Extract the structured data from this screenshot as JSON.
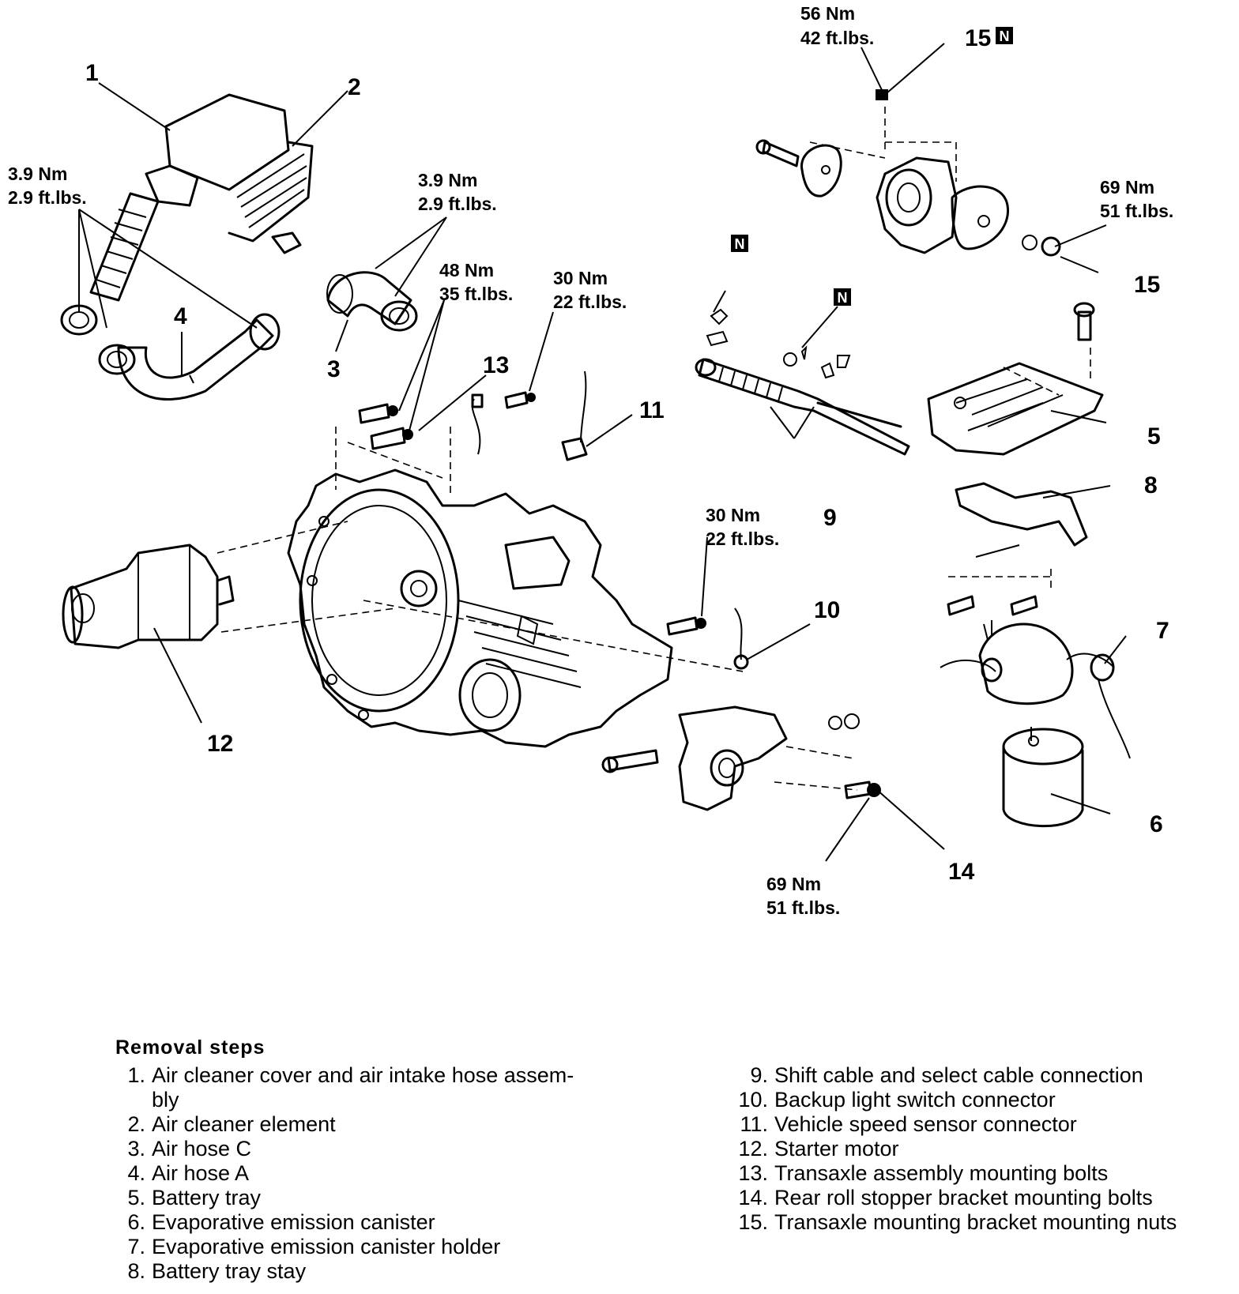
{
  "callouts": {
    "c1": "1",
    "c2": "2",
    "c3": "3",
    "c4": "4",
    "c5": "5",
    "c6": "6",
    "c7": "7",
    "c8": "8",
    "c9": "9",
    "c10": "10",
    "c11": "11",
    "c12": "12",
    "c13": "13",
    "c14": "14",
    "c15_top": "15",
    "c15_right": "15"
  },
  "badges": {
    "new_part": "N"
  },
  "torque": {
    "air_hose_left_nm": "3.9 Nm",
    "air_hose_left_ft": "2.9 ft.lbs.",
    "air_hose_c_nm": "3.9 Nm",
    "air_hose_c_ft": "2.9 ft.lbs.",
    "mount_bolts_nm": "48 Nm",
    "mount_bolts_ft": "35 ft.lbs.",
    "upper_bolt_nm": "30 Nm",
    "upper_bolt_ft": "22 ft.lbs.",
    "mount_bracket_nm": "56 Nm",
    "mount_bracket_ft": "42 ft.lbs.",
    "mount_nut_nm": "69 Nm",
    "mount_nut_ft": "51 ft.lbs.",
    "lower_bolt_nm": "30 Nm",
    "lower_bolt_ft": "22 ft.lbs.",
    "roll_stopper_nm": "69 Nm",
    "roll_stopper_ft": "51 ft.lbs."
  },
  "legend": {
    "title": "Removal steps",
    "left_items": [
      {
        "num": "1.",
        "text": "Air cleaner cover and air intake hose assem-"
      },
      {
        "num": "",
        "text": "bly"
      },
      {
        "num": "2.",
        "text": "Air cleaner element"
      },
      {
        "num": "3.",
        "text": "Air hose C"
      },
      {
        "num": "4.",
        "text": "Air hose A"
      },
      {
        "num": "5.",
        "text": "Battery tray"
      },
      {
        "num": "6.",
        "text": "Evaporative emission canister"
      },
      {
        "num": "7.",
        "text": "Evaporative emission canister holder"
      },
      {
        "num": "8.",
        "text": "Battery tray stay"
      }
    ],
    "right_items": [
      {
        "num": "9.",
        "text": "Shift cable and select cable connection"
      },
      {
        "num": "10.",
        "text": "Backup light switch connector"
      },
      {
        "num": "11.",
        "text": "Vehicle speed sensor connector"
      },
      {
        "num": "12.",
        "text": "Starter motor"
      },
      {
        "num": "13.",
        "text": "Transaxle assembly mounting bolts"
      },
      {
        "num": "14.",
        "text": "Rear roll stopper bracket mounting bolts"
      },
      {
        "num": "15.",
        "text": "Transaxle mounting bracket mounting nuts"
      }
    ]
  }
}
